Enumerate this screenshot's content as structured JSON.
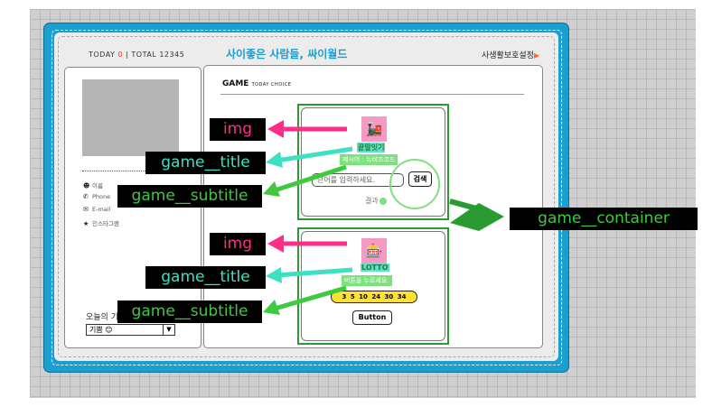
{
  "header": {
    "today_label": "TODAY",
    "today_count": "0",
    "separator": "|",
    "total_label": "TOTAL",
    "total_count": "12345",
    "site_title": "사이좋은 사람들, 싸이월드",
    "settings_label": "사생활보호설정"
  },
  "profile": {
    "name_label": "이름",
    "phone_label": "Phone",
    "email_label": "E-mail",
    "instagram_label": "인스타그램",
    "mood_label": "오늘의 기",
    "mood_value": "기쁨 😊"
  },
  "game_section": {
    "title": "GAME",
    "subtitle": "TODAY CHOICE"
  },
  "games": [
    {
      "emoji": "🚂",
      "title": "끝말잇기",
      "subtitle": "제시어 : 뉴비즈코드",
      "input_placeholder": "단어를 입력하세요.",
      "button_label": "검색",
      "result_label": "결과"
    },
    {
      "emoji": "🎰",
      "title": "LOTTO",
      "subtitle": "버튼을 누르세요.",
      "numbers": "3 5 10 24 30 34",
      "button_label": "Button"
    }
  ],
  "annotations": {
    "img_top": "img",
    "title_top": "game__title",
    "subtitle_top": "game__subtitle",
    "container": "game__container",
    "img_bottom": "img",
    "title_bottom": "game__title",
    "subtitle_bottom": "game__subtitle"
  },
  "colors": {
    "frame": "#1a9fd0",
    "accent_orange": "#ff6a2b",
    "img_label": "#ff2d8a",
    "title_label": "#3ee0c3",
    "subtitle_label": "#3ec93e",
    "container_green": "#2a9b30"
  }
}
